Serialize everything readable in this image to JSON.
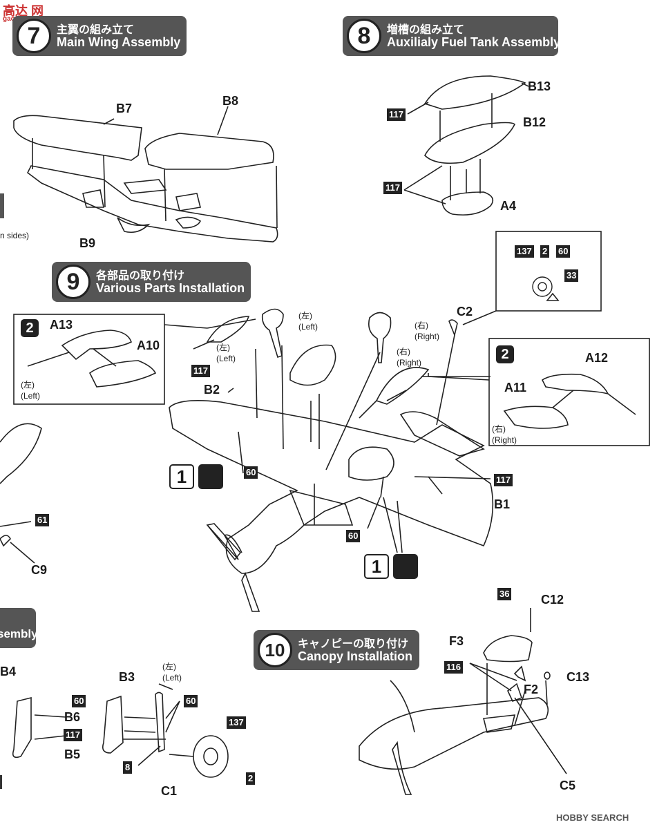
{
  "watermark_top": "高达 网",
  "watermark_top_sub": "gaoda.com",
  "watermark_bottom": "HOBBY SEARCH",
  "step7": {
    "num": "7",
    "jp": "主翼の組み立て",
    "en": "Main Wing Assembly"
  },
  "step8": {
    "num": "8",
    "jp": "増槽の組み立て",
    "en": "Auxilialy Fuel Tank Assembly"
  },
  "step9": {
    "num": "9",
    "jp": "各部品の取り付け",
    "en": "Various Parts Installation"
  },
  "step10": {
    "num": "10",
    "jp": "キャノピーの取り付け",
    "en": "Canopy Installation"
  },
  "left_partial_banner": "sembly",
  "left_partial_text": "n sides)",
  "parts": {
    "b7": "B7",
    "b8": "B8",
    "b9": "B9",
    "b13": "B13",
    "b12": "B12",
    "a4": "A4",
    "a13": "A13",
    "a10": "A10",
    "a12": "A12",
    "a11": "A11",
    "c2": "C2",
    "b2": "B2",
    "b1": "B1",
    "c9": "C9",
    "b4": "B4",
    "b6": "B6",
    "b5": "B5",
    "b3": "B3",
    "c1": "C1",
    "c12": "C12",
    "f3": "F3",
    "c13": "C13",
    "f2": "F2",
    "c5": "C5"
  },
  "codes": {
    "c117a": "117",
    "c117b": "117",
    "c117c": "117",
    "c117d": "117",
    "c117e": "117",
    "c137a": "137",
    "c2a": "2",
    "c60a": "60",
    "c33": "33",
    "c2b": "2",
    "c2c": "2",
    "c60b": "60",
    "c60c": "60",
    "c61": "61",
    "c60d": "60",
    "c60e": "60",
    "c8": "8",
    "c137b": "137",
    "c2d": "2",
    "c36": "36",
    "c116": "116",
    "c1a": "1",
    "c1b": "1"
  },
  "side": {
    "left_jp": "(左)",
    "left_en": "(Left)",
    "right_jp": "(右)",
    "right_en": "(Right)"
  }
}
